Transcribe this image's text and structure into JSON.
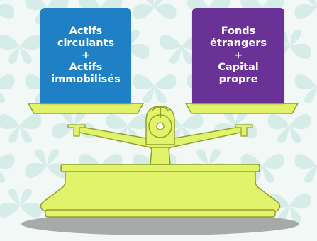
{
  "colors": {
    "background": "#f2f8f6",
    "pattern": "#d6ece8",
    "left_box": "#1f80c6",
    "right_box": "#6a3296",
    "scale_fill": "#e1f36a",
    "scale_stroke": "#8f9f2c",
    "shadow": "#a8aaa9"
  },
  "left_box": {
    "line1": "Actifs",
    "line2": "circulants",
    "operator": "+",
    "line3": "Actifs",
    "line4": "immobilisés"
  },
  "right_box": {
    "line1": "Fonds",
    "line2": "étrangers",
    "operator": "+",
    "line3": "Capital",
    "line4": "propre"
  },
  "icons": {
    "background_pattern": "butterfly-pattern-icon",
    "scale": "balance-scale-icon"
  }
}
